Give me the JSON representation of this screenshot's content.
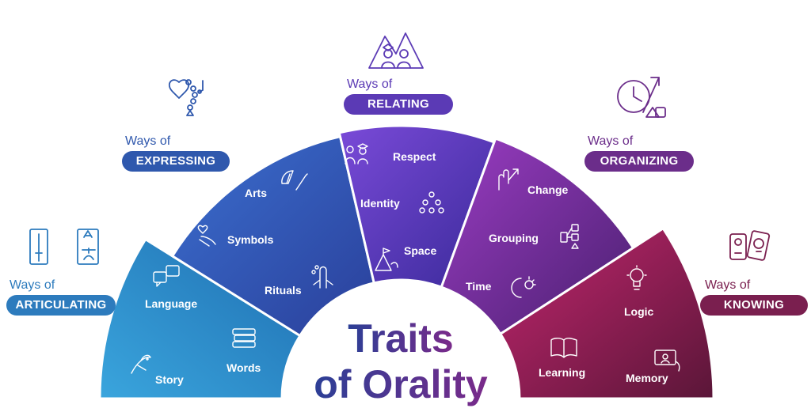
{
  "title": {
    "line1": "Traits",
    "line2": "of Orality"
  },
  "categories": [
    {
      "key": "articulating",
      "ways": "Ways of",
      "name": "ARTICULATING",
      "color": "#2d7bbd",
      "icons": [
        "book-sword-icon",
        "translate-icon"
      ],
      "traits": [
        {
          "label": "Language",
          "icon": "speech-bubbles-icon"
        },
        {
          "label": "Story",
          "icon": "dragon-icon"
        },
        {
          "label": "Words",
          "icon": "books-stack-icon"
        }
      ]
    },
    {
      "key": "expressing",
      "ways": "Ways of",
      "name": "EXPRESSING",
      "color": "#2f58ad",
      "icons": [
        "heart-beads-music-icon"
      ],
      "traits": [
        {
          "label": "Arts",
          "icon": "fan-brush-icon"
        },
        {
          "label": "Symbols",
          "icon": "heart-hand-icon"
        },
        {
          "label": "Rituals",
          "icon": "praying-hands-icon"
        }
      ]
    },
    {
      "key": "relating",
      "ways": "Ways of",
      "name": "RELATING",
      "color": "#5b3ab5",
      "icons": [
        "mountain-people-icon"
      ],
      "traits": [
        {
          "label": "Respect",
          "icon": "elder-graduate-icon"
        },
        {
          "label": "Identity",
          "icon": "community-icon"
        },
        {
          "label": "Space",
          "icon": "mountain-flag-icon"
        }
      ]
    },
    {
      "key": "organizing",
      "ways": "Ways of",
      "name": "ORGANIZING",
      "color": "#6b2d8a",
      "icons": [
        "clock-arrow-shapes-icon"
      ],
      "traits": [
        {
          "label": "Change",
          "icon": "hand-arrow-icon"
        },
        {
          "label": "Grouping",
          "icon": "flowchart-icon"
        },
        {
          "label": "Time",
          "icon": "moon-sun-icon"
        }
      ]
    },
    {
      "key": "knowing",
      "ways": "Ways of",
      "name": "KNOWING",
      "color": "#7a1f4f",
      "icons": [
        "cards-bulb-icon"
      ],
      "traits": [
        {
          "label": "Logic",
          "icon": "lightbulb-icon"
        },
        {
          "label": "Learning",
          "icon": "open-book-icon"
        },
        {
          "label": "Memory",
          "icon": "photo-hand-icon"
        }
      ]
    }
  ]
}
